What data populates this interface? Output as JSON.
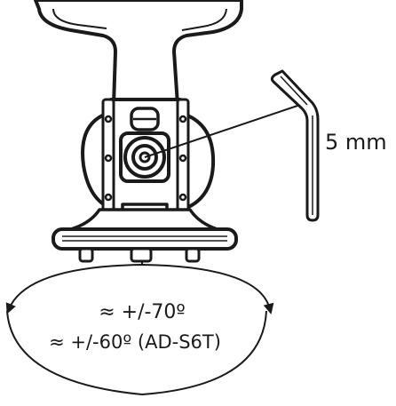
{
  "labels": {
    "wrench_size": "5 mm",
    "rotation_primary": "≈ +/-70º",
    "rotation_secondary": "≈ +/-60º (AD-S6T)"
  },
  "colors": {
    "stroke": "#1a1a1a",
    "fill": "#ffffff",
    "text": "#1a1a1a"
  },
  "icons": {
    "mount": "speaker-wall-mount-bracket",
    "tool": "hex-key-allen-wrench",
    "rotation": "double-headed-curved-arrow"
  }
}
